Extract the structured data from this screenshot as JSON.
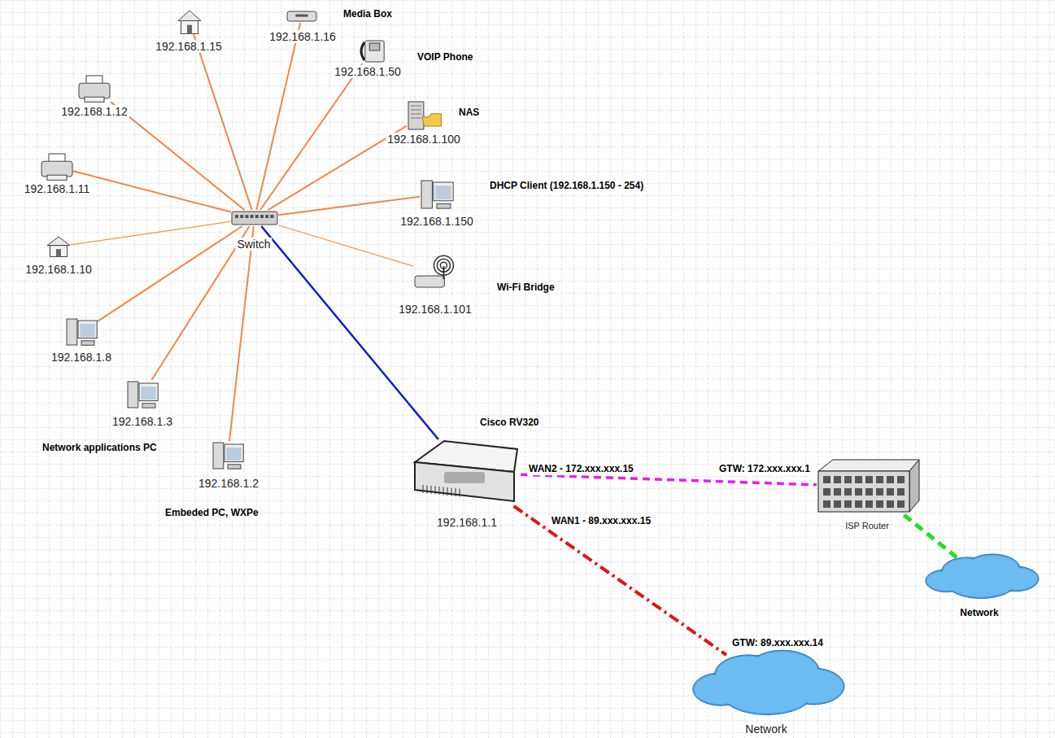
{
  "diagram": {
    "nodes": [
      {
        "text": [
          "192.168.1.15"
        ]
      },
      {
        "text": [
          "192.168.1.16",
          "Media Box"
        ]
      },
      {
        "text": [
          "192.168.1.50",
          "VOIP Phone"
        ]
      },
      {
        "text": [
          "192.168.1.12"
        ]
      },
      {
        "text": [
          "192.168.1.100",
          "NAS"
        ]
      },
      {
        "text": [
          "192.168.1.11"
        ]
      },
      {
        "text": [
          "192.168.1.150",
          "DHCP Client (192.168.1.150 - 254)"
        ]
      },
      {
        "text": [
          "Switch"
        ]
      },
      {
        "text": [
          "192.168.1.10"
        ]
      },
      {
        "text": [
          "192.168.1.101",
          "Wi-Fi Bridge"
        ]
      },
      {
        "text": [
          "192.168.1.8"
        ]
      },
      {
        "text": [
          "192.168.1.3",
          "Network applications PC"
        ]
      },
      {
        "text": [
          "192.168.1.2",
          "Embeded PC, WXPe"
        ]
      },
      {
        "text": [
          "Cisco RV320",
          "192.168.1.1"
        ]
      },
      {
        "text": [
          "ISP Router"
        ]
      },
      {
        "text": [
          "Network"
        ]
      },
      {
        "text": [
          "Network"
        ]
      }
    ],
    "edges": [
      {
        "from": 7,
        "to": 0,
        "arrow": "none"
      },
      {
        "from": 7,
        "to": 1,
        "arrow": "none"
      },
      {
        "from": 7,
        "to": 2,
        "arrow": "none"
      },
      {
        "from": 7,
        "to": 3,
        "arrow": "none"
      },
      {
        "from": 7,
        "to": 4,
        "arrow": "none"
      },
      {
        "from": 7,
        "to": 5,
        "arrow": "none"
      },
      {
        "from": 7,
        "to": 6,
        "arrow": "none"
      },
      {
        "from": 7,
        "to": 8,
        "arrow": "none"
      },
      {
        "from": 7,
        "to": 9,
        "arrow": "none"
      },
      {
        "from": 7,
        "to": 10,
        "arrow": "none"
      },
      {
        "from": 7,
        "to": 11,
        "arrow": "none"
      },
      {
        "from": 7,
        "to": 12,
        "arrow": "none"
      },
      {
        "from": 7,
        "to": 13,
        "arrow": "none"
      },
      {
        "from": 13,
        "to": 14,
        "arrow": "none",
        "label": "WAN2 - 172.xxx.xxx.15"
      },
      {
        "from": 14,
        "to": 15,
        "arrow": "none"
      },
      {
        "from": 13,
        "to": 16,
        "arrow": "none",
        "label": "WAN1 - 89.xxx.xxx.15"
      }
    ],
    "labels": [
      "GTW: 172.xxx.xxx.1",
      "GTW: 89.xxx.xxx.14"
    ]
  }
}
